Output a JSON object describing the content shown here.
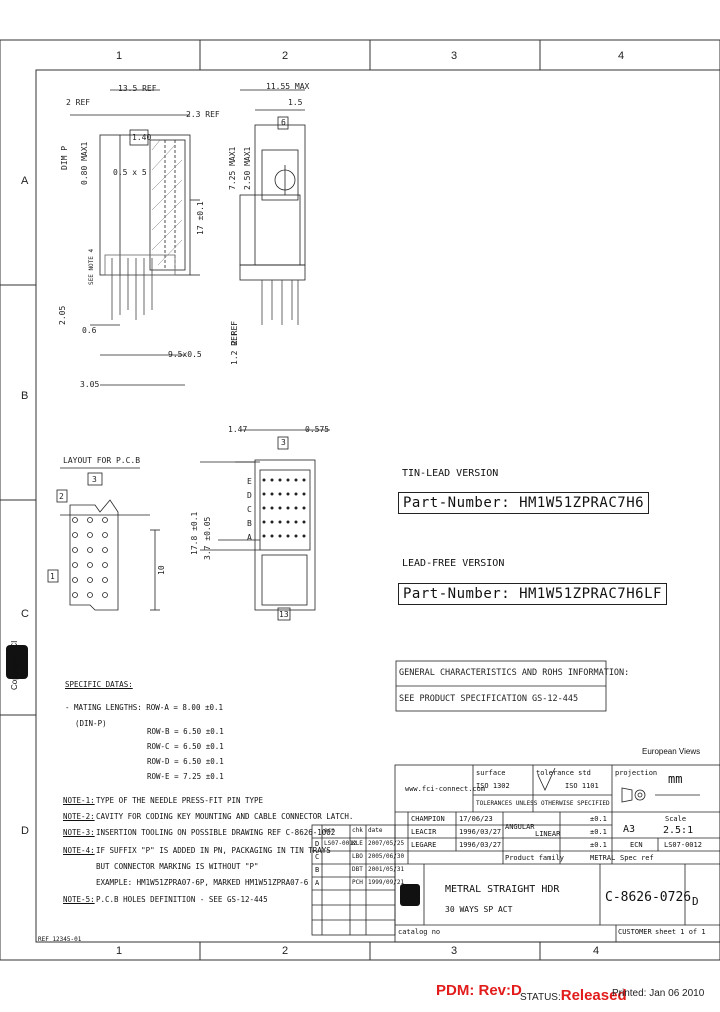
{
  "frame": {
    "cols_top": [
      "1",
      "2",
      "3",
      "4"
    ],
    "cols_bottom": [
      "1",
      "2",
      "3",
      "4"
    ],
    "rows": [
      "A",
      "B",
      "C",
      "D"
    ]
  },
  "dims": {
    "d135": "13.5 REF",
    "d2ref": "2 REF",
    "d23ref": "2.3 REF",
    "d140": "1.40",
    "d05": "0.5 x 5",
    "dim": "DIM P",
    "d080": "0.80 MAX1",
    "d171": "17 ±0.1",
    "d205": "2.05",
    "d06": "0.6",
    "d95": "9.5x0.5",
    "d305": "3.05",
    "seenote": "SEE NOTE 4",
    "d1155": "11.55 MAX",
    "d15": "1.5",
    "d6": "6",
    "d725": "7.25 MAX1",
    "d250": "2.50 MAX1",
    "d2ref2": "2 REF",
    "d12ref": "1.2 REF",
    "d147": "1.47",
    "d0575": "0.575",
    "d3": "3",
    "d178": "17.8 ±0.1",
    "d37": "3.7 ±0.05",
    "d13": "13",
    "layout": "LAYOUT FOR P.C.B",
    "d3b": "3",
    "d2b": "2",
    "d1a": "1",
    "d10": "10",
    "rows_abcde": [
      "E",
      "D",
      "C",
      "B",
      "A"
    ]
  },
  "versions": {
    "tin_label": "TIN-LEAD VERSION",
    "tin_pn": "Part-Number: HM1W51ZPRAC7H6",
    "lead_label": "LEAD-FREE VERSION",
    "lead_pn": "Part-Number: HM1W51ZPRAC7H6LF"
  },
  "general": {
    "title": "GENERAL CHARACTERISTICS AND ROHS INFORMATION:",
    "body": "SEE PRODUCT SPECIFICATION GS-12-445"
  },
  "specific": {
    "title": "SPECIFIC DATAS:",
    "mating": "- MATING LENGTHS: ROW-A = 8.00 ±0.1",
    "din": "(DIN-P)",
    "rows": [
      "ROW-B = 6.50 ±0.1",
      "ROW-C = 6.50 ±0.1",
      "ROW-D = 6.50 ±0.1",
      "ROW-E = 7.25 ±0.1"
    ]
  },
  "notes": [
    {
      "label": "NOTE-1:",
      "text": "TYPE OF THE NEEDLE PRESS-FIT PIN TYPE"
    },
    {
      "label": "NOTE-2:",
      "text": "CAVITY FOR CODING KEY MOUNTING AND CABLE CONNECTOR LATCH."
    },
    {
      "label": "NOTE-3:",
      "text": "INSERTION TOOLING ON POSSIBLE DRAWING REF C-8626-1002"
    },
    {
      "label": "NOTE-4:",
      "text": "IF SUFFIX \"P\" IS ADDED IN PN, PACKAGING IN TIN TRAYS"
    },
    {
      "label": "",
      "text": "BUT CONNECTOR MARKING IS WITHOUT \"P\""
    },
    {
      "label": "",
      "text": "EXAMPLE: HM1W51ZPRA07-6P, MARKED HM1W51ZPRA07-6"
    },
    {
      "label": "NOTE-5:",
      "text": "P.C.B HOLES DEFINITION - SEE GS-12-445"
    }
  ],
  "titleblock": {
    "european": "European Views",
    "fci_url": "www.fci-connect.com",
    "surface": "surface",
    "tolerance": "tolerance std",
    "projection": "projection",
    "mm": "mm",
    "tol_note": "TOLERANCES UNLESS OTHERWISE SPECIFIED",
    "iso1": "ISO 1302",
    "iso2": "ISO 1101",
    "drawn_by": "CHAMPION",
    "drawn_date": "17/06/23",
    "chk_by": "LEACIR",
    "chk_date": "1996/03/27",
    "app_by": "LEGARE",
    "app_date": "1996/03/27",
    "angular": "ANGULAR",
    "linear": "LINEAR",
    "tol1": "±0.1",
    "tol2": "±0.1",
    "tol3": "±0.1",
    "format": "A3",
    "scale_label": "Scale",
    "scale": "2.5:1",
    "ecn_label": "ECN",
    "ecn": "LS07-0012",
    "prod_family": "Product family",
    "metral": "METRAL",
    "spec_ref": "Spec ref",
    "title": "METRAL STRAIGHT HDR",
    "subtitle": "30 WAYS SP ACT",
    "number": "C-8626-0726",
    "rev": "D",
    "customer": "CUSTOMER",
    "sheet": "sheet 1 of 1",
    "catalog": "catalog no",
    "rev_rows": [
      {
        "r": "D",
        "ecn": "LS07-0012",
        "by": "KLE",
        "date": "2007/05/25"
      },
      {
        "r": "C",
        "ecn": "",
        "by": "LBO",
        "date": "2005/06/30"
      },
      {
        "r": "B",
        "ecn": "",
        "by": "DBT",
        "date": "2001/05/31"
      },
      {
        "r": "A",
        "ecn": "",
        "by": "PCH",
        "date": "1999/09/21"
      }
    ],
    "rev_hdr": [
      "",
      "ecn",
      "chk",
      "date"
    ]
  },
  "ref_bottom": "REF 12345-01",
  "copyright": "Copyright FCI",
  "footer": {
    "pdm": "PDM: Rev:D",
    "status": "STATUS:",
    "released": "Released",
    "printed": "Printed: Jan 06 2010"
  }
}
